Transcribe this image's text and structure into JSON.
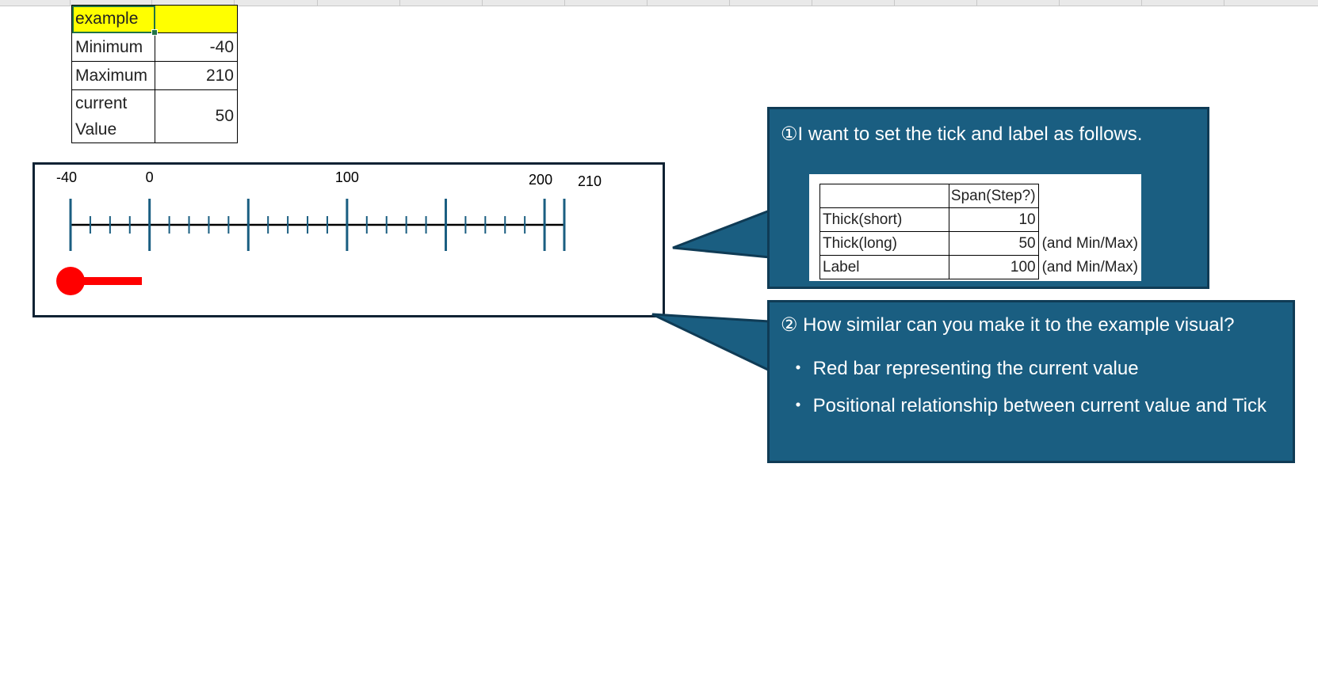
{
  "sheet": {
    "table": {
      "title": "example",
      "rows": [
        {
          "label": "Minimum",
          "value": "-40"
        },
        {
          "label": "Maximum",
          "value": "210"
        },
        {
          "label_line1": "current",
          "label_line2": "Value",
          "value": "50"
        }
      ]
    }
  },
  "chart_data": {
    "type": "gauge",
    "min": -40,
    "max": 210,
    "current_value": 50,
    "short_tick_step": 10,
    "long_tick_step": 50,
    "label_step": 100,
    "tick_values": [
      -40,
      -30,
      -20,
      -10,
      0,
      10,
      20,
      30,
      40,
      50,
      60,
      70,
      80,
      90,
      100,
      110,
      120,
      130,
      140,
      150,
      160,
      170,
      180,
      190,
      200,
      210
    ],
    "long_tick_values": [
      -40,
      0,
      50,
      100,
      150,
      200,
      210
    ],
    "labels": [
      "-40",
      "0",
      "100",
      "200",
      "210"
    ],
    "label_values": [
      -40,
      0,
      100,
      200,
      210
    ],
    "colors": {
      "ticks": "#1a5e81",
      "axis": "#000000",
      "current_bar": "#ff0000"
    }
  },
  "callout1": {
    "title": "①I want to set the tick and label as follows.",
    "spec_table": {
      "header": "Span(Step?)",
      "rows": [
        {
          "name": "Thick(short)",
          "value": "10",
          "note": ""
        },
        {
          "name": "Thick(long)",
          "value": "50",
          "note": "(and Min/Max)"
        },
        {
          "name": "Label",
          "value": "100",
          "note": "(and Min/Max)"
        }
      ]
    }
  },
  "callout2": {
    "title": "② How similar can you make it to the example visual?",
    "bullets": [
      "・ Red bar representing the current value",
      "・ Positional relationship between current value and Tick"
    ]
  },
  "colors": {
    "callout_fill": "#1a5e81",
    "callout_border": "#0f3b55",
    "highlight": "#ffff00"
  }
}
